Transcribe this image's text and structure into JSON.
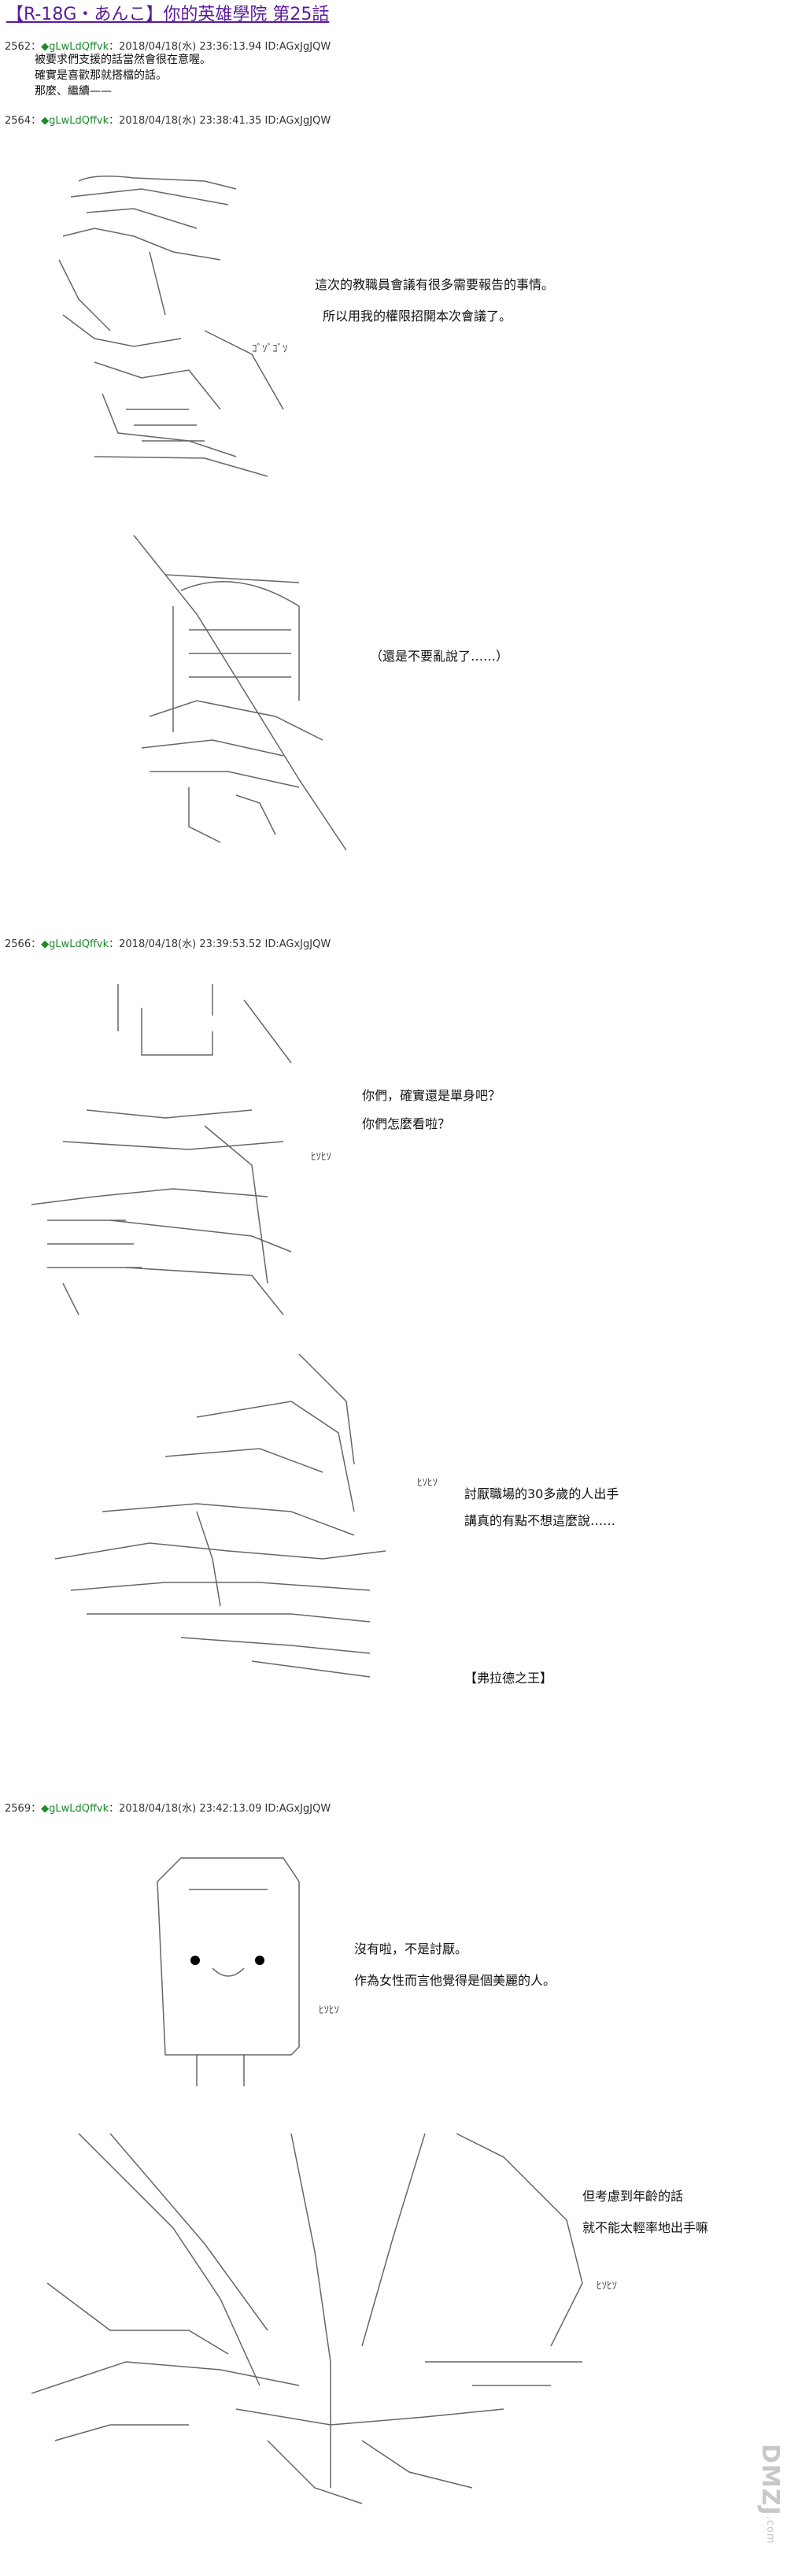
{
  "title": "【R-18G・あんこ】你的英雄學院 第25話",
  "posts": [
    {
      "num": "2562：",
      "name": "◆gLwLdQffvk",
      "meta": "：2018/04/18(水) 23:36:13.94 ID:AGxJgJQW",
      "lines": [
        "被要求們支援的話當然會很在意喔。",
        "確實是喜歡那就搭檔的話。",
        "那麼、繼續——"
      ]
    },
    {
      "num": "2564：",
      "name": "◆gLwLdQffvk",
      "meta": "：2018/04/18(水) 23:38:41.35 ID:AGxJgJQW"
    },
    {
      "num": "2566：",
      "name": "◆gLwLdQffvk",
      "meta": "：2018/04/18(水) 23:39:53.52 ID:AGxJgJQW"
    },
    {
      "num": "2569：",
      "name": "◆gLwLdQffvk",
      "meta": "：2018/04/18(水) 23:42:13.09 ID:AGxJgJQW"
    }
  ],
  "messages": {
    "m1": "這次的教職員會議有很多需要報告的事情。",
    "m2": "所以用我的權限招開本次會議了。",
    "m3": "（還是不要亂說了……）",
    "m4": "你們，確實還是單身吧？",
    "m5": "你們怎麼看啦？",
    "m6": "討厭職場的30多歲的人出手",
    "m7": "講真的有點不想這麼說……",
    "m8": "【弗拉德之王】",
    "m9": "沒有啦，不是討厭。",
    "m10": "作為女性而言他覺得是個美麗的人。",
    "m11": "但考慮到年齡的話",
    "m12": "就不能太輕率地出手嘛"
  },
  "sfx": {
    "s1": "ｺﾞｿﾞｺﾞｿ",
    "s2": "ﾋｿﾋｿ",
    "s3": "ﾋｿﾋｿ",
    "s4": "ﾋｿﾋｿ",
    "s5": "ﾋｿﾋｿ"
  },
  "watermark": {
    "main": "DMZJ",
    "sub": ".com"
  },
  "colors": {
    "title": "#5a1a9a",
    "diamond": "#d81e28",
    "name": "#1a8a2a"
  }
}
